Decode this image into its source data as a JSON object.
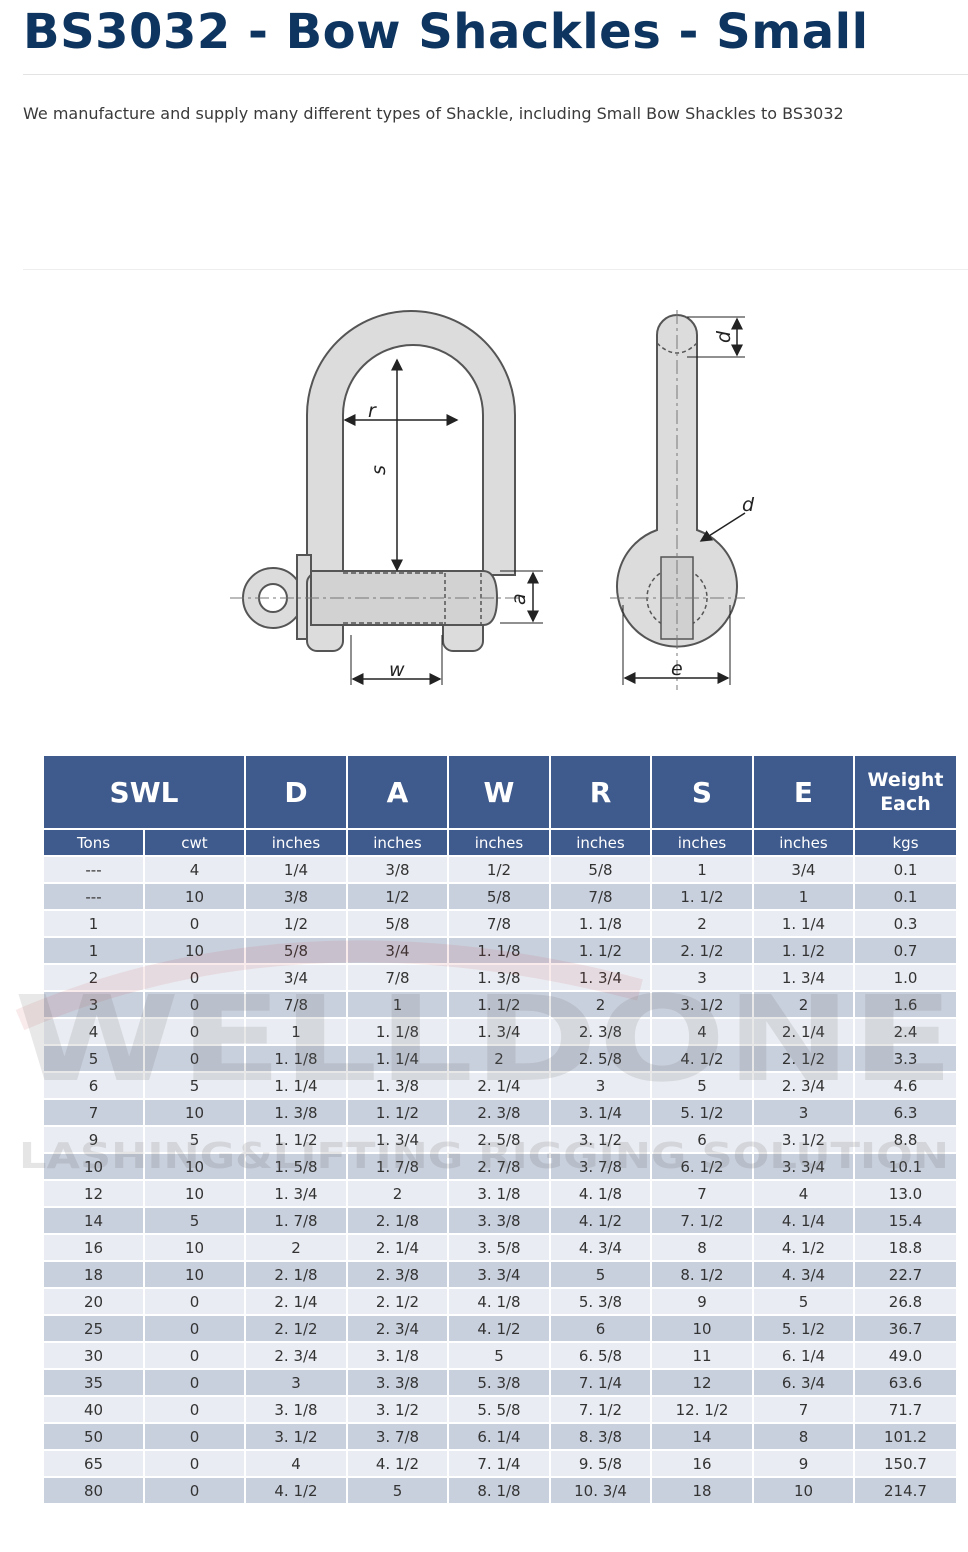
{
  "page": {
    "title": "BS3032 - Bow Shackles - Small",
    "intro": "We manufacture and supply many different types of Shackle, including Small Bow Shackles to BS3032"
  },
  "diagram": {
    "labels": {
      "r": "r",
      "s": "s",
      "a": "a",
      "w": "w",
      "d_top": "d",
      "d_side": "d",
      "e": "e"
    }
  },
  "watermark": {
    "brand": "WELLDONE",
    "tagline": "LASHING&LIFTING RIGGING SOLUTION"
  },
  "table": {
    "headers": [
      "SWL",
      "D",
      "A",
      "W",
      "R",
      "S",
      "E",
      "Weight Each"
    ],
    "units": [
      "Tons",
      "cwt",
      "inches",
      "inches",
      "inches",
      "inches",
      "inches",
      "inches",
      "kgs"
    ],
    "rows": [
      [
        "---",
        "4",
        "1/4",
        "3/8",
        "1/2",
        "5/8",
        "1",
        "3/4",
        "0.1"
      ],
      [
        "---",
        "10",
        "3/8",
        "1/2",
        "5/8",
        "7/8",
        "1. 1/2",
        "1",
        "0.1"
      ],
      [
        "1",
        "0",
        "1/2",
        "5/8",
        "7/8",
        "1. 1/8",
        "2",
        "1. 1/4",
        "0.3"
      ],
      [
        "1",
        "10",
        "5/8",
        "3/4",
        "1. 1/8",
        "1. 1/2",
        "2. 1/2",
        "1. 1/2",
        "0.7"
      ],
      [
        "2",
        "0",
        "3/4",
        "7/8",
        "1. 3/8",
        "1. 3/4",
        "3",
        "1. 3/4",
        "1.0"
      ],
      [
        "3",
        "0",
        "7/8",
        "1",
        "1. 1/2",
        "2",
        "3. 1/2",
        "2",
        "1.6"
      ],
      [
        "4",
        "0",
        "1",
        "1. 1/8",
        "1. 3/4",
        "2. 3/8",
        "4",
        "2. 1/4",
        "2.4"
      ],
      [
        "5",
        "0",
        "1. 1/8",
        "1. 1/4",
        "2",
        "2. 5/8",
        "4. 1/2",
        "2. 1/2",
        "3.3"
      ],
      [
        "6",
        "5",
        "1. 1/4",
        "1. 3/8",
        "2. 1/4",
        "3",
        "5",
        "2. 3/4",
        "4.6"
      ],
      [
        "7",
        "10",
        "1. 3/8",
        "1. 1/2",
        "2. 3/8",
        "3. 1/4",
        "5. 1/2",
        "3",
        "6.3"
      ],
      [
        "9",
        "5",
        "1. 1/2",
        "1. 3/4",
        "2. 5/8",
        "3. 1/2",
        "6",
        "3. 1/2",
        "8.8"
      ],
      [
        "10",
        "10",
        "1. 5/8",
        "1. 7/8",
        "2. 7/8",
        "3. 7/8",
        "6. 1/2",
        "3. 3/4",
        "10.1"
      ],
      [
        "12",
        "10",
        "1. 3/4",
        "2",
        "3. 1/8",
        "4. 1/8",
        "7",
        "4",
        "13.0"
      ],
      [
        "14",
        "5",
        "1. 7/8",
        "2. 1/8",
        "3. 3/8",
        "4. 1/2",
        "7. 1/2",
        "4. 1/4",
        "15.4"
      ],
      [
        "16",
        "10",
        "2",
        "2. 1/4",
        "3. 5/8",
        "4. 3/4",
        "8",
        "4. 1/2",
        "18.8"
      ],
      [
        "18",
        "10",
        "2. 1/8",
        "2. 3/8",
        "3. 3/4",
        "5",
        "8. 1/2",
        "4. 3/4",
        "22.7"
      ],
      [
        "20",
        "0",
        "2. 1/4",
        "2. 1/2",
        "4. 1/8",
        "5. 3/8",
        "9",
        "5",
        "26.8"
      ],
      [
        "25",
        "0",
        "2. 1/2",
        "2. 3/4",
        "4. 1/2",
        "6",
        "10",
        "5. 1/2",
        "36.7"
      ],
      [
        "30",
        "0",
        "2. 3/4",
        "3. 1/8",
        "5",
        "6. 5/8",
        "11",
        "6. 1/4",
        "49.0"
      ],
      [
        "35",
        "0",
        "3",
        "3. 3/8",
        "5. 3/8",
        "7. 1/4",
        "12",
        "6. 3/4",
        "63.6"
      ],
      [
        "40",
        "0",
        "3. 1/8",
        "3. 1/2",
        "5. 5/8",
        "7. 1/2",
        "12. 1/2",
        "7",
        "71.7"
      ],
      [
        "50",
        "0",
        "3. 1/2",
        "3. 7/8",
        "6. 1/4",
        "8. 3/8",
        "14",
        "8",
        "101.2"
      ],
      [
        "65",
        "0",
        "4",
        "4. 1/2",
        "7. 1/4",
        "9. 5/8",
        "16",
        "9",
        "150.7"
      ],
      [
        "80",
        "0",
        "4. 1/2",
        "5",
        "8. 1/8",
        "10. 3/4",
        "18",
        "10",
        "214.7"
      ]
    ]
  }
}
